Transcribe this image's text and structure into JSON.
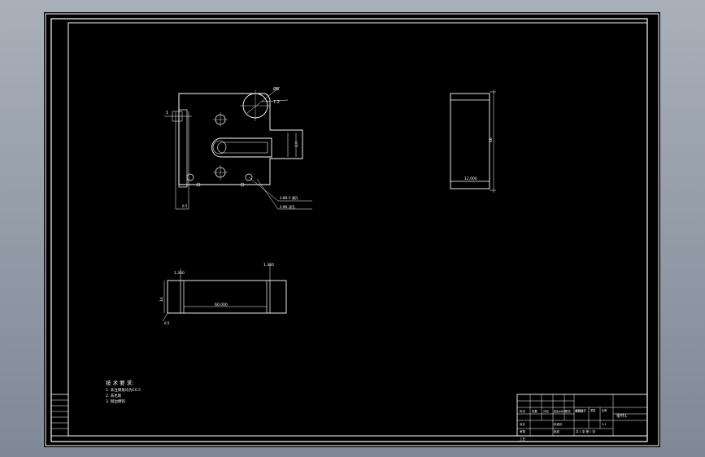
{
  "drawing": {
    "title_block_name": "零件1"
  },
  "front_view": {
    "dim_hole_dia": "Ø6",
    "dim_slot_label": "7.2",
    "dim_height_left": "1",
    "dim_bottom_left": "0.5",
    "dim_slot_width": "2.0",
    "note_1": "2-Ø4.5 通孔",
    "note_2": "2-Ø4 深孔"
  },
  "side_view": {
    "dim_width": "12.000",
    "dim_height": "46"
  },
  "bottom_view": {
    "dim_length": "60.000",
    "dim_left": "1.360",
    "dim_right": "1.360",
    "dim_height": "14",
    "dim_corner": "0.5"
  },
  "tech_notes": {
    "heading": "技 术 要 求:",
    "items": [
      "1. 未注倒角均为C0.5",
      "2. 去毛刺",
      "3. 锐边倒钝"
    ]
  },
  "title_block": {
    "labels": [
      "标记",
      "处数",
      "分区",
      "更改文件号",
      "签名",
      "年月日",
      "设计",
      "标准化",
      "阶段标记",
      "重量",
      "比例",
      "审核",
      "工艺",
      "批准"
    ],
    "scale": "1:1",
    "sheet": "共 1 张 第 1 张"
  }
}
